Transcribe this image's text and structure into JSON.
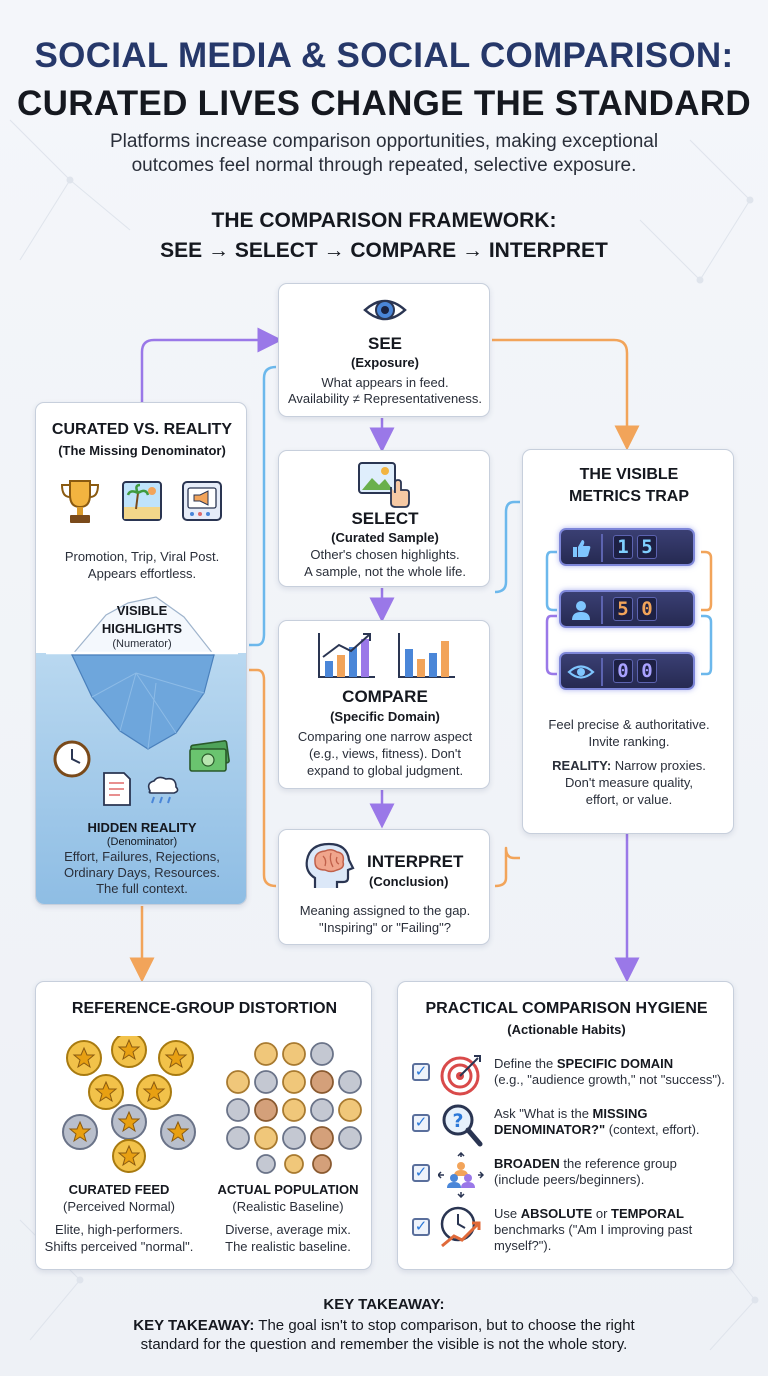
{
  "header": {
    "title_line1": "SOCIAL MEDIA & SOCIAL COMPARISON:",
    "title_line2": "CURATED LIVES CHANGE THE STANDARD",
    "subtitle_line1": "Platforms increase comparison opportunities, making exceptional",
    "subtitle_line2": "outcomes feel normal through repeated, selective exposure."
  },
  "framework": {
    "title_line1": "THE COMPARISON FRAMEWORK:",
    "title_line2": "SEE → SELECT → COMPARE → INTERPRET"
  },
  "steps": {
    "see": {
      "title": "SEE",
      "subtitle": "(Exposure)",
      "line1": "What appears in feed.",
      "line2": "Availability ≠ Representativeness."
    },
    "select": {
      "title": "SELECT",
      "subtitle": "(Curated Sample)",
      "line1": "Other's chosen highlights.",
      "line2": "A sample, not the whole life."
    },
    "compare": {
      "title": "COMPARE",
      "subtitle": "(Specific Domain)",
      "line1": "Comparing one narrow aspect",
      "line2": "(e.g., views, fitness). Don't",
      "line3": "expand to global judgment."
    },
    "interpret": {
      "title": "INTERPRET",
      "subtitle": "(Conclusion)",
      "line1": "Meaning assigned to the gap.",
      "line2": "\"Inspiring\" or \"Failing\"?"
    }
  },
  "curated": {
    "title": "CURATED VS. REALITY",
    "subtitle": "(The Missing Denominator)",
    "line1": "Promotion, Trip, Viral Post.",
    "line2": "Appears effortless.",
    "visible_line1": "VISIBLE",
    "visible_line2": "HIGHLIGHTS",
    "visible_sub": "(Numerator)",
    "hidden_title": "HIDDEN REALITY",
    "hidden_sub": "(Denominator)",
    "hidden_line1": "Effort, Failures, Rejections,",
    "hidden_line2": "Ordinary Days, Resources.",
    "hidden_line3": "The full context."
  },
  "metrics": {
    "title_line1": "THE VISIBLE",
    "title_line2": "METRICS TRAP",
    "rows": [
      {
        "icon": "thumbs-up-icon",
        "d1": "1",
        "d2": "5"
      },
      {
        "icon": "user-icon",
        "d1": "5",
        "d2": "0"
      },
      {
        "icon": "eye-icon",
        "d1": "0",
        "d2": "0"
      }
    ],
    "line1": "Feel precise & authoritative.",
    "line2": "Invite ranking.",
    "reality_label": "REALITY:",
    "reality_text": "Narrow proxies.",
    "line3": "Don't measure quality,",
    "line4": "effort, or value."
  },
  "distortion": {
    "title": "REFERENCE-GROUP DISTORTION",
    "left_title": "CURATED FEED",
    "left_sub": "(Perceived Normal)",
    "left_line1": "Elite, high-performers.",
    "left_line2": "Shifts perceived \"normal\".",
    "right_title": "ACTUAL POPULATION",
    "right_sub": "(Realistic Baseline)",
    "right_line1": "Diverse, average mix.",
    "right_line2": "The realistic baseline."
  },
  "hygiene": {
    "title": "PRACTICAL COMPARISON HYGIENE",
    "subtitle": "(Actionable Habits)",
    "items": [
      {
        "pre": "Define the ",
        "bold": "SPECIFIC DOMAIN",
        "post": "",
        "line2": "(e.g., \"audience growth,\" not \"success\")."
      },
      {
        "pre": "Ask \"What is the ",
        "bold": "MISSING",
        "post": "",
        "line2b": "DENOMINATOR?\"",
        "line2": " (context, effort)."
      },
      {
        "pre": "",
        "bold": "BROADEN",
        "post": " the reference group",
        "line2": "(include peers/beginners)."
      },
      {
        "pre": "Use ",
        "bold": "ABSOLUTE",
        "mid": " or ",
        "bold2": "TEMPORAL",
        "line2": "benchmarks (\"Am I improving past",
        "line3": "myself?\")."
      }
    ]
  },
  "takeaway": {
    "heading": "KEY TAKEAWAY:",
    "label": "KEY TAKEAWAY:",
    "text1": " The goal isn't to stop comparison, but to choose the right",
    "text2": "standard for the question and remember the visible is not the whole story."
  },
  "colors": {
    "title_blue": "#26386a",
    "arrow_purple": "#9a78e8",
    "arrow_orange": "#f2a45a",
    "arrow_blue": "#6cb8ec"
  }
}
